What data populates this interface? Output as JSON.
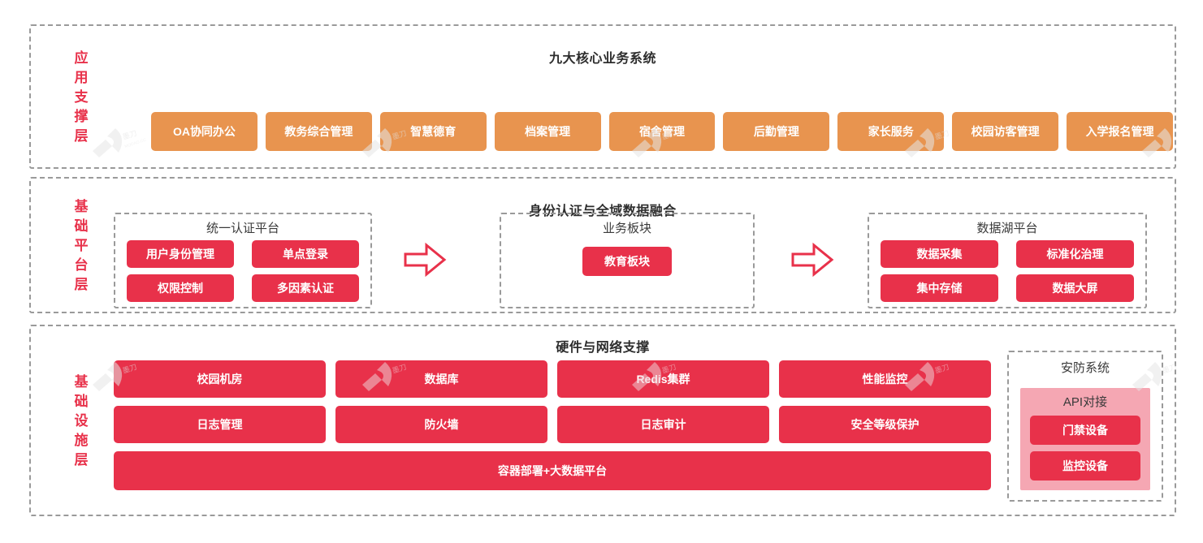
{
  "layers": {
    "application": {
      "side_label": "应用支撑层",
      "title": "九大核心业务系统",
      "systems": [
        "OA协同办公",
        "教务综合管理",
        "智慧德育",
        "档案管理",
        "宿舍管理",
        "后勤管理",
        "家长服务",
        "校园访客管理",
        "入学报名管理"
      ]
    },
    "platform": {
      "side_label": "基础平台层",
      "title": "身份认证与全域数据融合",
      "groups": [
        {
          "name": "统一认证平台",
          "items": [
            "用户身份管理",
            "单点登录",
            "权限控制",
            "多因素认证"
          ]
        },
        {
          "name": "业务板块",
          "items": [
            "教育板块"
          ]
        },
        {
          "name": "数据湖平台",
          "items": [
            "数据采集",
            "标准化治理",
            "集中存储",
            "数据大屏"
          ]
        }
      ],
      "arrows": [
        "arrow-right",
        "arrow-right"
      ]
    },
    "infrastructure": {
      "side_label": "基础设施层",
      "title": "硬件与网络支撑",
      "items": [
        "校园机房",
        "数据库",
        "Redis集群",
        "性能监控",
        "日志管理",
        "防火墙",
        "日志审计",
        "安全等级保护"
      ],
      "wide_item": "容器部署+大数据平台",
      "security": {
        "name": "安防系统",
        "api_label": "API对接",
        "devices": [
          "门禁设备",
          "监控设备"
        ]
      }
    }
  },
  "colors": {
    "orange": "#e8944f",
    "red": "#e8314a",
    "pink": "#f5a7b3",
    "dashed_border": "#9a9a9a",
    "label_text": "#e8314a",
    "title_text": "#2d2d2d"
  }
}
